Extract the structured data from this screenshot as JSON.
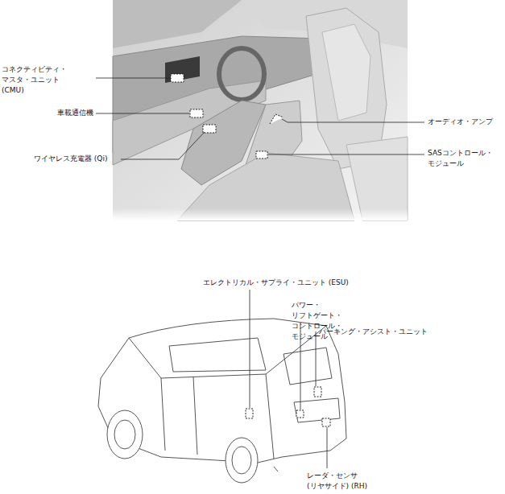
{
  "diagram": {
    "labels": [
      "コネクティビティ・ マスタ・ユニット (CMU)",
      "車載通信機",
      "オーディオ・アンプ",
      "ワイヤレス充電器 (Qi)",
      "SASコントロール・ モジュール",
      "エレクトリカル・サプライ・ユニット (ESU)",
      "パワー・リフトゲート・ コントロール・モジュール",
      "パーキング・アシスト・ユニット",
      "レーダ・センサ (リヤサイド) (RH)"
    ]
  }
}
